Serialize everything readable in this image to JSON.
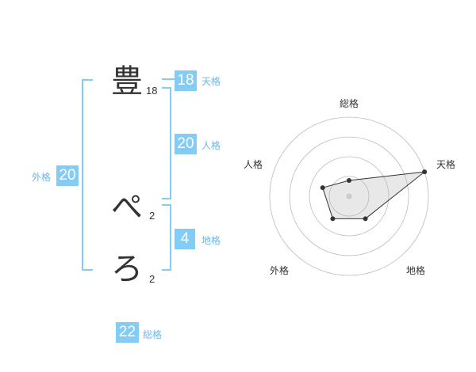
{
  "name": {
    "chars": [
      {
        "char": "豊",
        "strokes": "18"
      },
      {
        "char": "ぺ",
        "strokes": "2"
      },
      {
        "char": "ろ",
        "strokes": "2"
      }
    ]
  },
  "grids": {
    "tenkaku": {
      "value": "18",
      "label": "天格"
    },
    "jinkaku": {
      "value": "20",
      "label": "人格"
    },
    "chikaku": {
      "value": "4",
      "label": "地格"
    },
    "gaikaku": {
      "value": "20",
      "label": "外格"
    },
    "soukaku": {
      "value": "22",
      "label": "総格"
    }
  },
  "colors": {
    "accent": "#82CCF5",
    "label": "#6BB7E8"
  },
  "chart_data": {
    "type": "radar",
    "axes": [
      "総格",
      "天格",
      "地格",
      "外格",
      "人格"
    ],
    "values": [
      0.2,
      1.0,
      0.35,
      0.35,
      0.35
    ],
    "rings": 4,
    "grid": true
  }
}
